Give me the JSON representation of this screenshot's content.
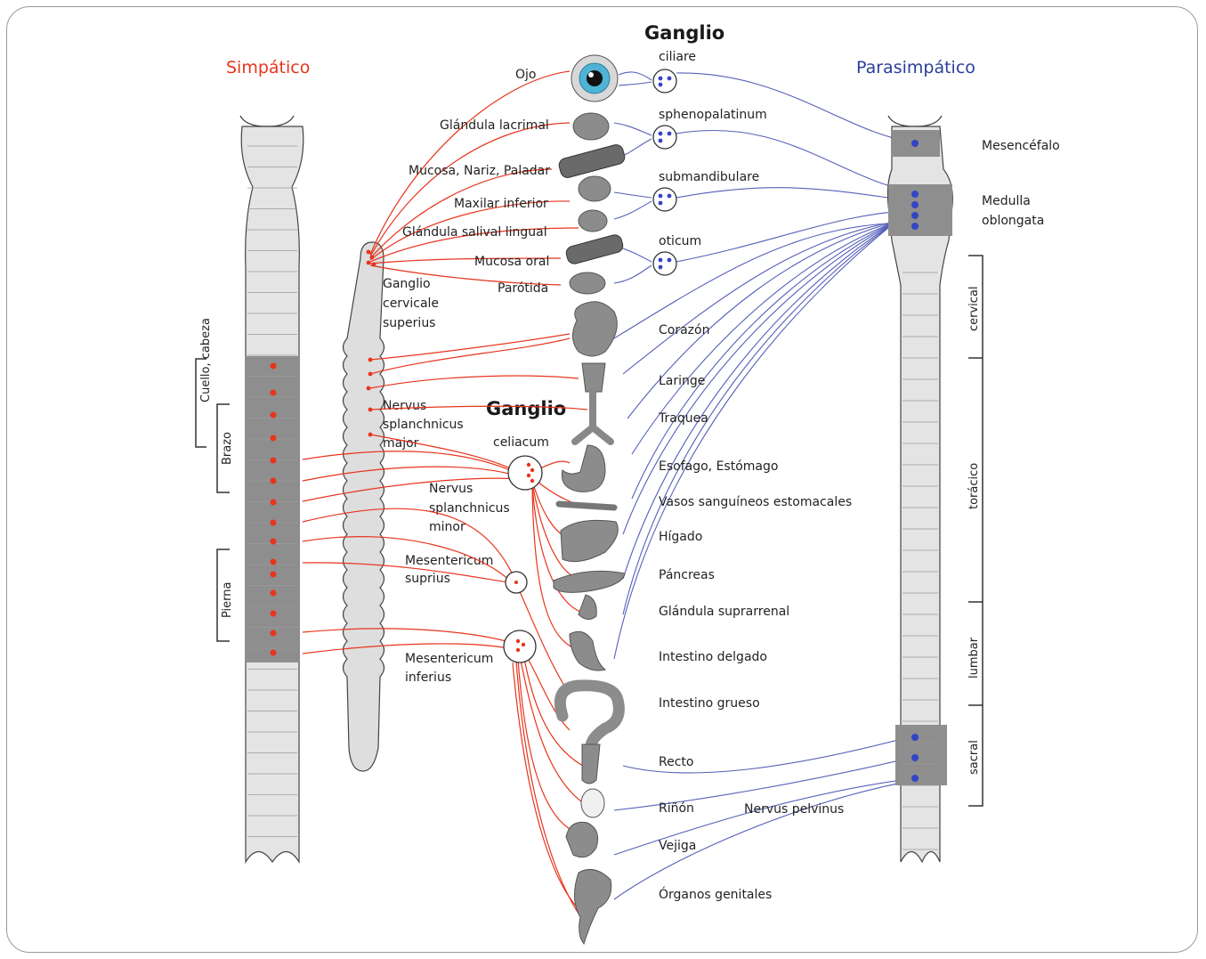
{
  "colors": {
    "sympathetic": "#e8341c",
    "parasympathetic": "#2b3f9a",
    "cord_fill": "#dcdcdc",
    "cord_active": "#8a8a8a"
  },
  "headings": {
    "sympathetic": "Simpático",
    "parasympathetic": "Parasimpático",
    "ganglio_top": "Ganglio",
    "ganglio_mid": "Ganglio"
  },
  "ganglia_cranial": [
    "ciliare",
    "sphenopalatinum",
    "submandibulare",
    "oticum"
  ],
  "sympathetic_chain": {
    "cervical_label": [
      "Ganglio",
      "cervicale",
      "superius"
    ],
    "major_label": [
      "Nervus",
      "splanchnicus",
      "major"
    ],
    "minor_label": [
      "Nervus",
      "splanchnicus",
      "minor"
    ],
    "celiac_label": "celiacum",
    "mes_sup_label": [
      "Mesentericum",
      "suprius"
    ],
    "mes_inf_label": [
      "Mesentericum",
      "inferius"
    ]
  },
  "left_brackets": {
    "neck": "Cuello, cabeza",
    "arm": "Brazo",
    "leg": "Pierna"
  },
  "cranial_organs": [
    "Ojo",
    "Glándula lacrimal",
    "Mucosa, Nariz, Paladar",
    "Maxilar inferior",
    "Glándula salival lingual",
    "Mucosa oral",
    "Parótida"
  ],
  "body_organs": [
    "Corazón",
    "Laringe",
    "Traquea",
    "Esofago, Estómago",
    "Vasos sanguíneos estomacales",
    "Hígado",
    "Páncreas",
    "Glándula suprarrenal",
    "Intestino delgado",
    "Intestino grueso",
    "Recto",
    "Riñón",
    "Vejiga",
    "Órganos genitales"
  ],
  "pelvic_nerve": "Nervus pelvinus",
  "brain_regions": {
    "mesencephalon": "Mesencéfalo",
    "medulla": [
      "Medulla",
      "oblongata"
    ]
  },
  "spinal_regions": [
    "cervical",
    "torácico",
    "lumbar",
    "sacral"
  ]
}
